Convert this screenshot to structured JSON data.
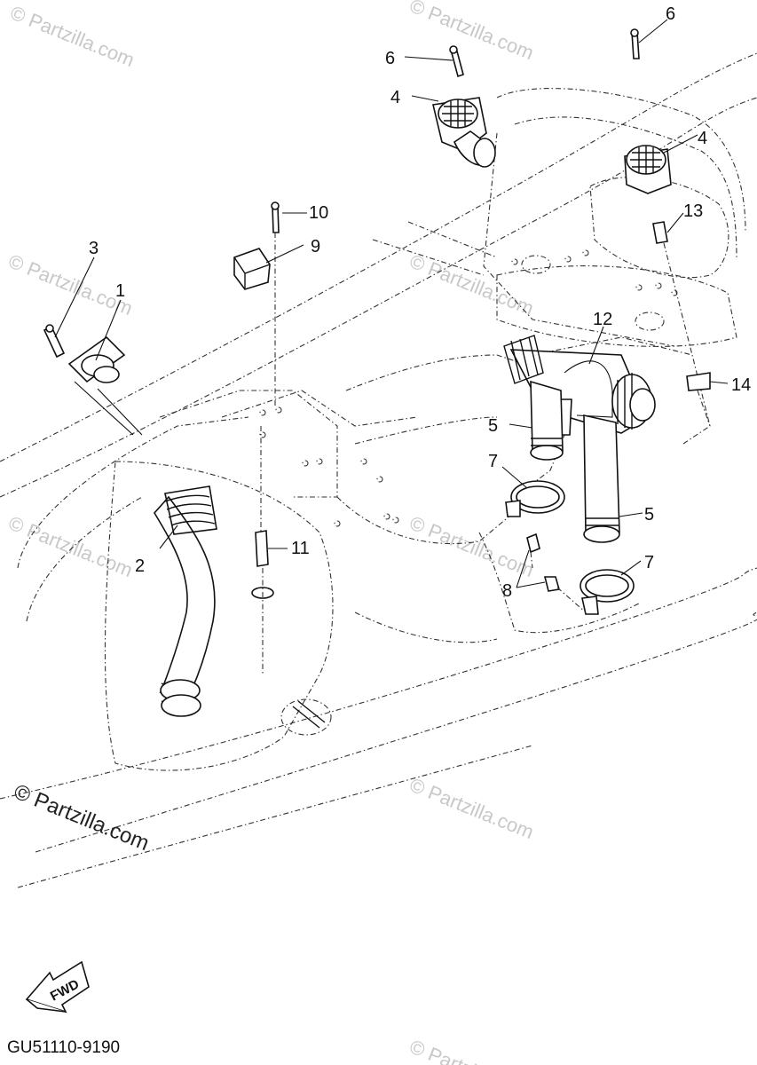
{
  "diagram": {
    "drawing_code": "GU51110-9190",
    "watermark": "© Partzilla.com",
    "direction_label": "FWD",
    "callouts": [
      {
        "id": "c1",
        "label": "1"
      },
      {
        "id": "c2",
        "label": "2"
      },
      {
        "id": "c3",
        "label": "3"
      },
      {
        "id": "c4a",
        "label": "4"
      },
      {
        "id": "c4b",
        "label": "4"
      },
      {
        "id": "c5a",
        "label": "5"
      },
      {
        "id": "c5b",
        "label": "5"
      },
      {
        "id": "c6a",
        "label": "6"
      },
      {
        "id": "c6b",
        "label": "6"
      },
      {
        "id": "c7a",
        "label": "7"
      },
      {
        "id": "c7b",
        "label": "7"
      },
      {
        "id": "c8",
        "label": "8"
      },
      {
        "id": "c9",
        "label": "9"
      },
      {
        "id": "c10",
        "label": "10"
      },
      {
        "id": "c11",
        "label": "11"
      },
      {
        "id": "c12",
        "label": "12"
      },
      {
        "id": "c13",
        "label": "13"
      },
      {
        "id": "c14",
        "label": "14"
      }
    ]
  }
}
